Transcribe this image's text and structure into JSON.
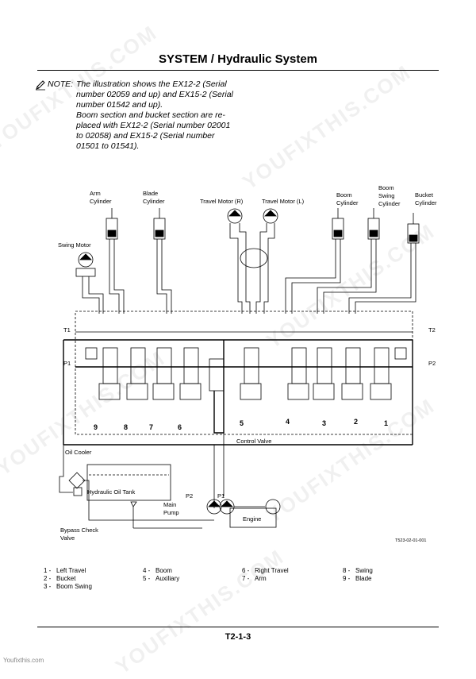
{
  "header": {
    "title": "SYSTEM / Hydraulic System"
  },
  "note": {
    "label": "NOTE:",
    "lines": [
      "The illustration shows the EX12-2 (Serial",
      "number 02059 and up) and EX15-2 (Serial",
      "number 01542 and up).",
      "Boom section and bucket section are re-",
      "placed with EX12-2 (Serial number 02001",
      "to 02058) and EX15-2 (Serial number",
      "01501 to 01541)."
    ]
  },
  "diagram": {
    "labels": {
      "arm_cylinder": [
        "Arm",
        "Cylinder"
      ],
      "blade_cylinder": [
        "Blade",
        "Cylinder"
      ],
      "travel_motor_r": "Travel Motor (R)",
      "travel_motor_l": "Travel Motor (L)",
      "boom_cylinder": [
        "Boom",
        "Cylinder"
      ],
      "boom_swing_cylinder": [
        "Boom",
        "Swing",
        "Cylinder"
      ],
      "bucket_cylinder": [
        "Bucket",
        "Cylinder"
      ],
      "swing_motor": "Swing Motor",
      "t1": "T1",
      "t2": "T2",
      "p1_left": "P1",
      "p2_right": "P2",
      "control_valve": "Control Valve",
      "oil_cooler": "Oil Cooler",
      "hydraulic_oil_tank": "Hydraulic Oil Tank",
      "main_pump": [
        "Main",
        "Pump"
      ],
      "p2_pump": "P2",
      "p1_pump": "P1",
      "engine": "Engine",
      "bypass_check_valve": [
        "Bypass Check",
        "Valve"
      ],
      "figure_id": "T523-02-01-001"
    },
    "section_numbers": [
      "9",
      "8",
      "7",
      "6",
      "5",
      "4",
      "3",
      "2",
      "1"
    ]
  },
  "legend": [
    {
      "num": "1 -",
      "text": "Left Travel"
    },
    {
      "num": "2 -",
      "text": "Bucket"
    },
    {
      "num": "3 -",
      "text": "Boom Swing"
    },
    {
      "num": "4 -",
      "text": "Boom"
    },
    {
      "num": "5 -",
      "text": "Auxiliary"
    },
    {
      "num": "6 -",
      "text": "Right Travel"
    },
    {
      "num": "7 -",
      "text": "Arm"
    },
    {
      "num": "8 -",
      "text": "Swing"
    },
    {
      "num": "9 -",
      "text": "Blade"
    }
  ],
  "footer": {
    "page_number": "T2-1-3",
    "site": "Youfixthis.com"
  },
  "watermark": "YOUFIXTHIS.COM"
}
